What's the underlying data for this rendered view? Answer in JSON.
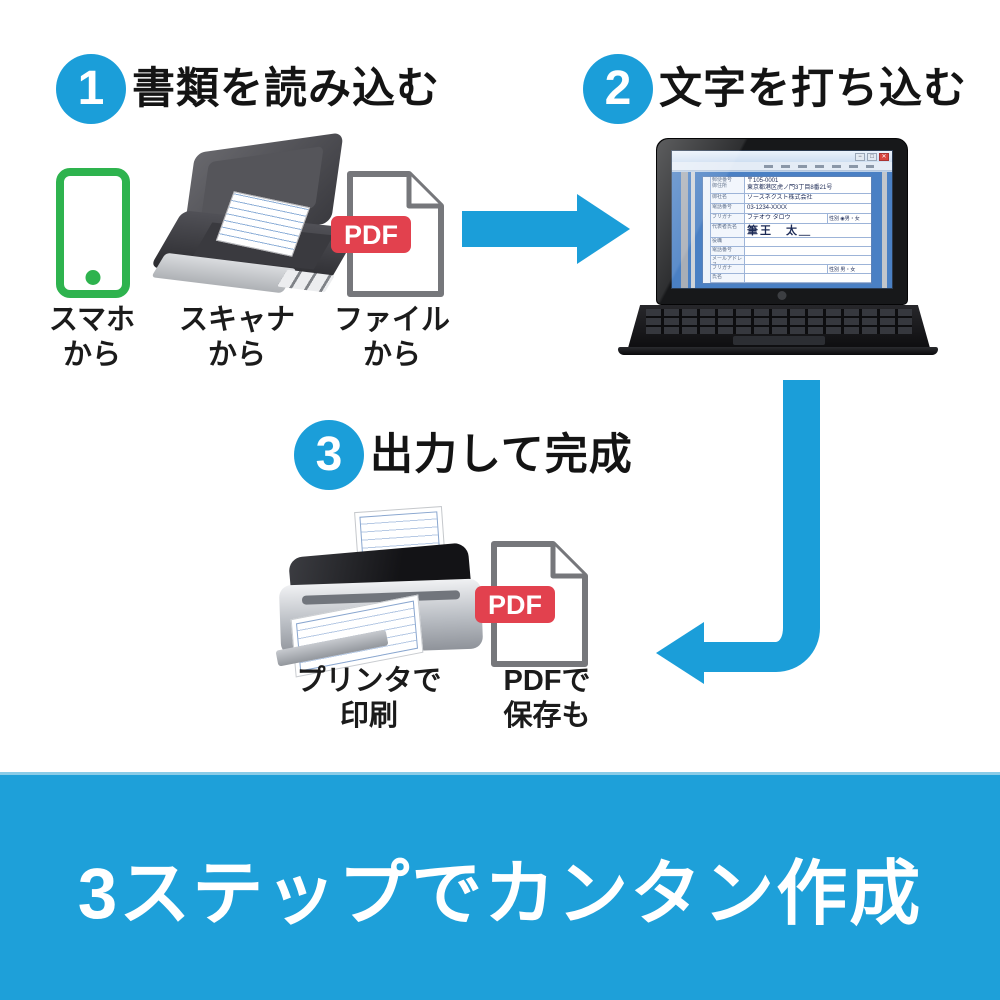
{
  "colors": {
    "step_blue": "#1b9ed9",
    "banner_blue": "#1ea0d9",
    "phone_green": "#2eb34e",
    "pdf_red": "#e2414e",
    "heading_text": "#141414"
  },
  "steps": [
    {
      "number": "1",
      "title": "書類を読み込む"
    },
    {
      "number": "2",
      "title": "文字を打ち込む"
    },
    {
      "number": "3",
      "title": "出力して完成"
    }
  ],
  "step1_sources": [
    {
      "icon": "smartphone-icon",
      "label": "スマホ\nから"
    },
    {
      "icon": "scanner-icon",
      "label": "スキャナ\nから"
    },
    {
      "icon": "pdf-file-icon",
      "label": "ファイル\nから"
    }
  ],
  "step3_outputs": [
    {
      "icon": "printer-icon",
      "label": "プリンタで\n印刷"
    },
    {
      "icon": "pdf-file-icon",
      "label": "PDFで\n保存も"
    }
  ],
  "pdf_badge_text": "PDF",
  "laptop_screen": {
    "window_controls": {
      "minimize": "−",
      "maximize": "□",
      "close": "✕"
    },
    "form_rows": [
      {
        "label": "郵便番号\n御住所",
        "value": "〒105-0001\n東京都港区虎ノ門3丁目8番21号"
      },
      {
        "label": "御社名",
        "value": "ソースネクスト株式会社"
      },
      {
        "label": "電話番号",
        "value": "03-1234-XXXX"
      },
      {
        "label": "フリガナ",
        "value": "フデオウ タロウ",
        "right": "性別 ◉男・女"
      },
      {
        "label": "代表者氏名",
        "value": "筆王　太＿"
      },
      {
        "label": "役職",
        "value": ""
      },
      {
        "label": "電話番号",
        "value": ""
      },
      {
        "label": "メールアドレス",
        "value": ""
      },
      {
        "label": "フリガナ",
        "value": "",
        "right": "性別 男・女"
      },
      {
        "label": "氏名",
        "value": ""
      }
    ]
  },
  "banner": {
    "text": "3ステップでカンタン作成"
  }
}
